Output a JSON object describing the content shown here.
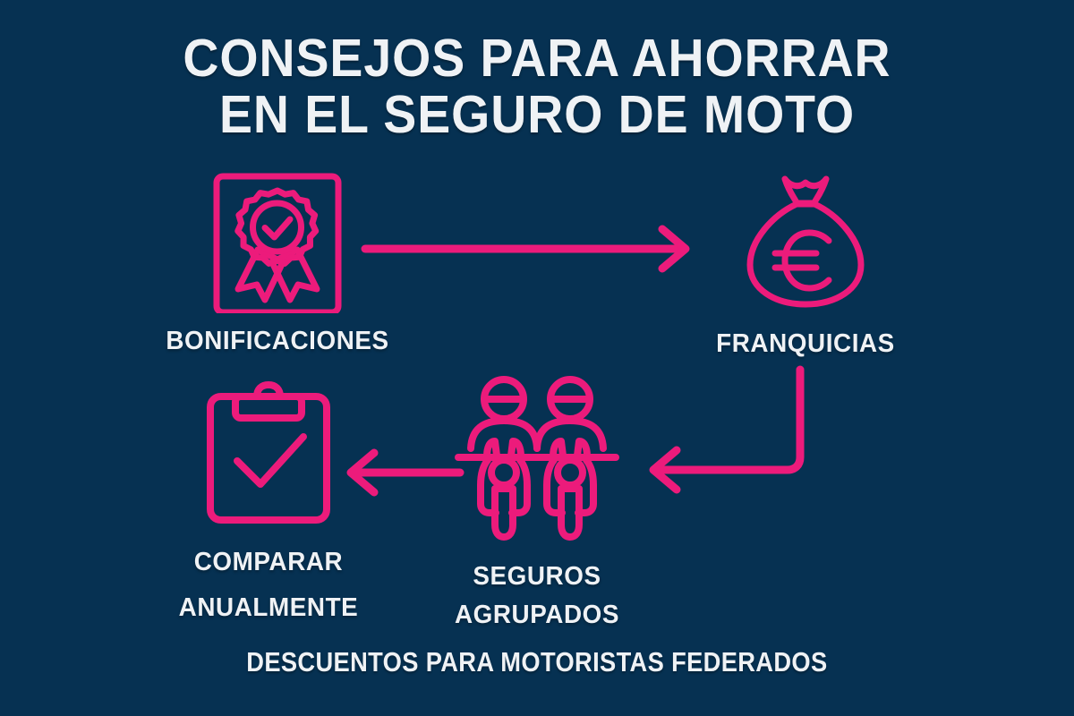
{
  "theme": {
    "background_color": "#063152",
    "accent_color": "#EC1B7B",
    "text_color": "#EFF2F5"
  },
  "title": {
    "line1": "CONSEJOS PARA AHORRAR",
    "line2": "EN EL SEGURO DE MOTO"
  },
  "nodes": [
    {
      "id": "bonificaciones",
      "label": "BONIFICACIONES",
      "icon": "certificate-award-icon"
    },
    {
      "id": "franquicias",
      "label": "FRANQUICIAS",
      "icon": "money-bag-euro-icon"
    },
    {
      "id": "seguros-agrupados",
      "label_line1": "SEGUROS",
      "label_line2": "AGRUPADOS",
      "icon": "two-motorcycle-riders-icon"
    },
    {
      "id": "comparar-anualmente",
      "label_line1": "COMPARAR",
      "label_line2": "ANUALMENTE",
      "icon": "clipboard-checkmark-icon"
    }
  ],
  "arrows": [
    {
      "id": "arrow-bonificaciones-to-franquicias",
      "icon": "arrow-right-icon",
      "direction": "right"
    },
    {
      "id": "arrow-franquicias-to-seguros",
      "icon": "arrow-elbow-down-left-icon",
      "direction": "down-left"
    },
    {
      "id": "arrow-seguros-to-comparar",
      "icon": "arrow-left-icon",
      "direction": "left"
    }
  ],
  "footer": {
    "text": "DESCUENTOS PARA MOTORISTAS FEDERADOS"
  }
}
